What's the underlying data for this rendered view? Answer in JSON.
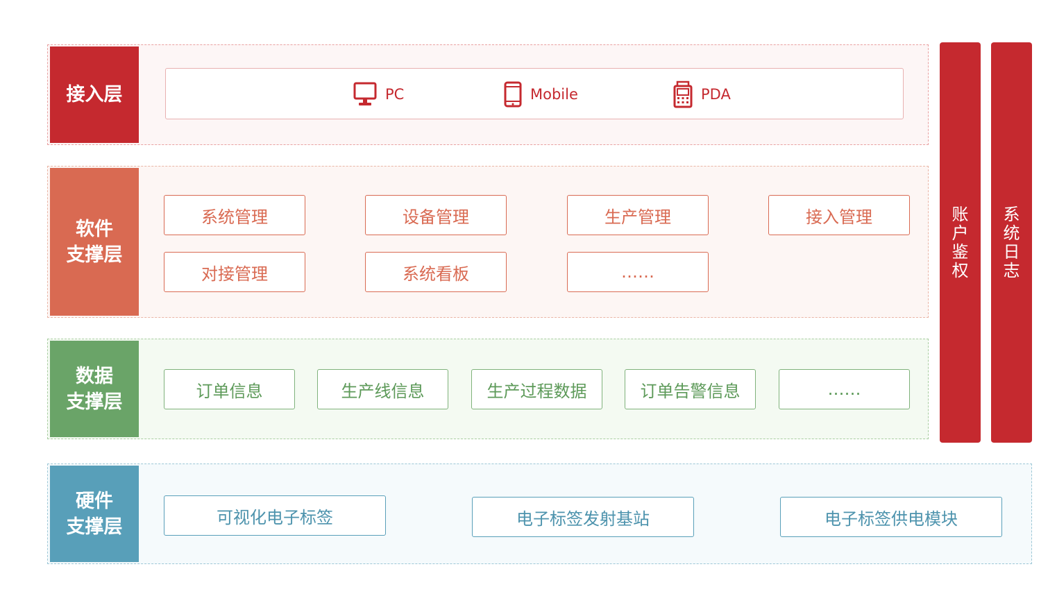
{
  "layers": {
    "access": {
      "label_lines": [
        "接入层"
      ],
      "devices": [
        {
          "label": "PC",
          "icon": "monitor-icon"
        },
        {
          "label": "Mobile",
          "icon": "mobile-phone-icon"
        },
        {
          "label": "PDA",
          "icon": "pda-icon"
        }
      ]
    },
    "software": {
      "label_lines": [
        "软件",
        "支撑层"
      ],
      "modules": [
        "系统管理",
        "设备管理",
        "生产管理",
        "接入管理",
        "对接管理",
        "系统看板",
        "……"
      ]
    },
    "data": {
      "label_lines": [
        "数据",
        "支撑层"
      ],
      "items": [
        "订单信息",
        "生产线信息",
        "生产过程数据",
        "订单告警信息",
        "……"
      ]
    },
    "hardware": {
      "label_lines": [
        "硬件",
        "支撑层"
      ],
      "items": [
        "可视化电子标签",
        "电子标签发射基站",
        "电子标签供电模块"
      ]
    }
  },
  "side_columns": [
    "账户鉴权",
    "系统日志"
  ],
  "colors": {
    "access": "#c5292f",
    "software": "#d96a52",
    "data": "#6aa468",
    "hardware": "#589fb9",
    "columns": "#c5292f"
  }
}
